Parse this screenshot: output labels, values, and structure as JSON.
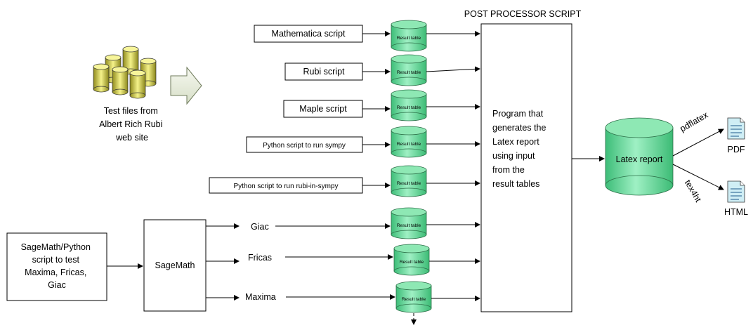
{
  "post_processor_title": "POST PROCESSOR SCRIPT",
  "result_table_label": "Result table",
  "scripts": {
    "mathematica": "Mathematica script",
    "rubi": "Rubi script",
    "maple": "Maple script",
    "sympy": "Python script to run sympy",
    "rubi_in_sympy": "Python script to run rubi-in-sympy"
  },
  "test_files": [
    "Test files from",
    "Albert Rich Rubi",
    "web site"
  ],
  "sagemath_script": [
    "SageMath/Python",
    "script to test",
    "Maxima, Fricas,",
    "Giac"
  ],
  "sagemath": "SageMath",
  "cas": {
    "giac": "Giac",
    "fricas": "Fricas",
    "maxima": "Maxima"
  },
  "program": [
    "Program that",
    "generates the",
    "Latex report",
    "using input",
    "from the",
    "result tables"
  ],
  "latex_report": "Latex report",
  "outputs": {
    "pdflatex": "pdflatex",
    "tex4ht": "tex4ht",
    "pdf": "PDF",
    "html": "HTML"
  },
  "colors": {
    "cylinder_green": "#5fd596",
    "test_file_yellow": "#f3f07a",
    "block_arrow": "#e8eede"
  }
}
